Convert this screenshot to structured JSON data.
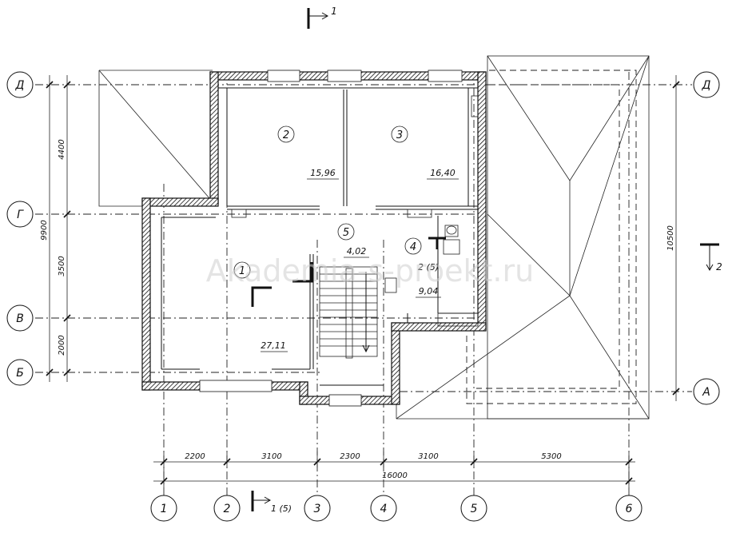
{
  "watermark": "Akademia-s-proekt.ru",
  "axes": {
    "horizontal": [
      "Д",
      "Г",
      "В",
      "Б",
      "А"
    ],
    "vertical": [
      "1",
      "2",
      "3",
      "4",
      "5",
      "6"
    ]
  },
  "dimensions": {
    "bottom_spans": [
      "2200",
      "3100",
      "2300",
      "3100",
      "5300"
    ],
    "bottom_total": "16000",
    "left_spans": [
      "4400",
      "3500",
      "2000"
    ],
    "left_total": "9900",
    "right_total": "10500"
  },
  "rooms": [
    {
      "number": "1",
      "area": "27,11"
    },
    {
      "number": "2",
      "area": "15,96"
    },
    {
      "number": "3",
      "area": "16,40"
    },
    {
      "number": "4",
      "area": "9,04"
    },
    {
      "number": "5",
      "area": "4,02"
    }
  ],
  "room4_extra": "2 (5)",
  "sections": {
    "top": "1",
    "bottom": "1 (5)",
    "right": "2"
  }
}
